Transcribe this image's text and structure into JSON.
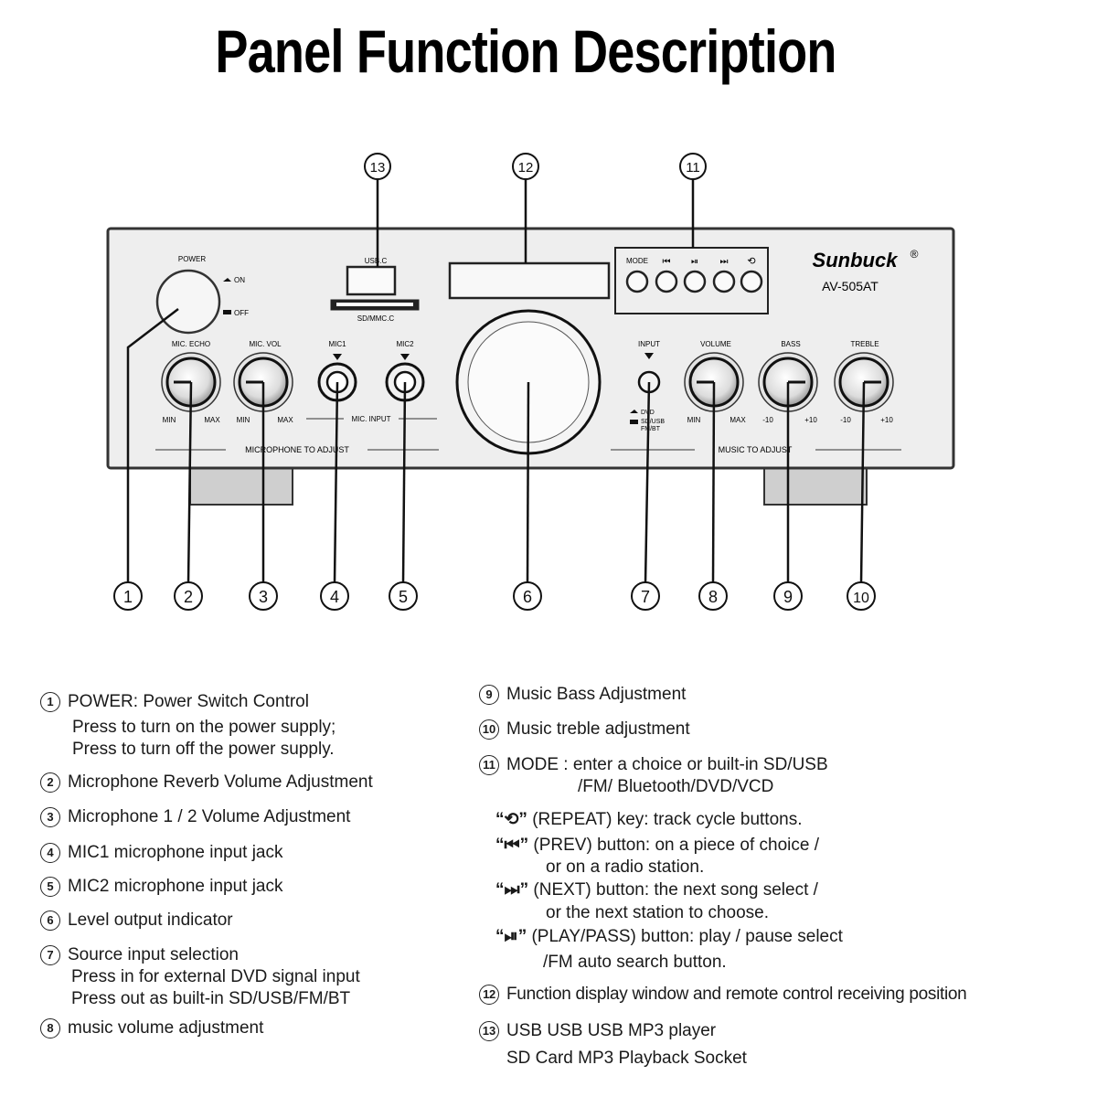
{
  "title": "Panel Function Description",
  "callouts": [
    "1",
    "2",
    "3",
    "4",
    "5",
    "6",
    "7",
    "8",
    "9",
    "10",
    "11",
    "12",
    "13"
  ],
  "panel": {
    "brand": "Sunbuck",
    "brand_mark": "®",
    "model": "AV-505AT",
    "power_label": "POWER",
    "on_label": "ON",
    "off_label": "OFF",
    "usb_label": "USB.C",
    "sd_label": "SD/MMC.C",
    "mic_echo_label": "MIC. ECHO",
    "mic_vol_label": "MIC. VOL",
    "mic1_label": "MIC1",
    "mic2_label": "MIC2",
    "mic_input_label": "MIC. INPUT",
    "microphone_adjust_label": "MICROPHONE TO ADJUST",
    "music_adjust_label": "MUSIC TO ADJUST",
    "mode_label": "MODE",
    "input_label": "INPUT",
    "dvd_label": "DVD",
    "sdusb_label": "SD/USB",
    "fmbt_label": "FM/BT",
    "volume_label": "VOLUME",
    "bass_label": "BASS",
    "treble_label": "TREBLE",
    "min_label": "MIN",
    "max_label": "MAX",
    "minus10_label": "-10",
    "plus10_label": "+10"
  },
  "descriptions_left": [
    {
      "num": "1",
      "lines": [
        "POWER: Power Switch Control",
        "Press to turn on the power supply;",
        "Press to turn off the power supply."
      ]
    },
    {
      "num": "2",
      "lines": [
        "Microphone Reverb Volume Adjustment"
      ]
    },
    {
      "num": "3",
      "lines": [
        "Microphone 1 / 2 Volume Adjustment"
      ]
    },
    {
      "num": "4",
      "lines": [
        "MIC1 microphone input jack"
      ]
    },
    {
      "num": "5",
      "lines": [
        "MIC2 microphone input jack"
      ]
    },
    {
      "num": "6",
      "lines": [
        "Level output indicator"
      ]
    },
    {
      "num": "7",
      "lines": [
        "Source input selection",
        "Press in for external DVD signal input",
        "Press out as built-in SD/USB/FM/BT"
      ]
    },
    {
      "num": "8",
      "lines": [
        "music volume adjustment"
      ]
    }
  ],
  "descriptions_right": [
    {
      "num": "9",
      "lines": [
        "Music Bass Adjustment"
      ]
    },
    {
      "num": "10",
      "lines": [
        "Music treble adjustment"
      ]
    },
    {
      "num": "11",
      "lines": [
        "MODE : enter a choice or built-in SD/USB",
        "/FM/ Bluetooth/DVD/VCD"
      ]
    },
    {
      "sym": "“⟲”",
      "lines": [
        "(REPEAT) key: track cycle buttons."
      ]
    },
    {
      "sym": "“⏮”",
      "lines": [
        "(PREV) button: on a piece of choice /",
        "or on a radio station."
      ]
    },
    {
      "sym": "“⏭”",
      "lines": [
        "(NEXT) button: the next song select /",
        "or the next station to choose."
      ]
    },
    {
      "sym": "“⏯”",
      "lines": [
        "(PLAY/PASS) button: play / pause select",
        "/FM auto search button."
      ]
    },
    {
      "num": "12",
      "lines": [
        "Function display window and remote control receiving position"
      ]
    },
    {
      "num": "13",
      "lines": [
        "USB USB USB MP3 player",
        "SD Card MP3 Playback Socket"
      ]
    }
  ]
}
